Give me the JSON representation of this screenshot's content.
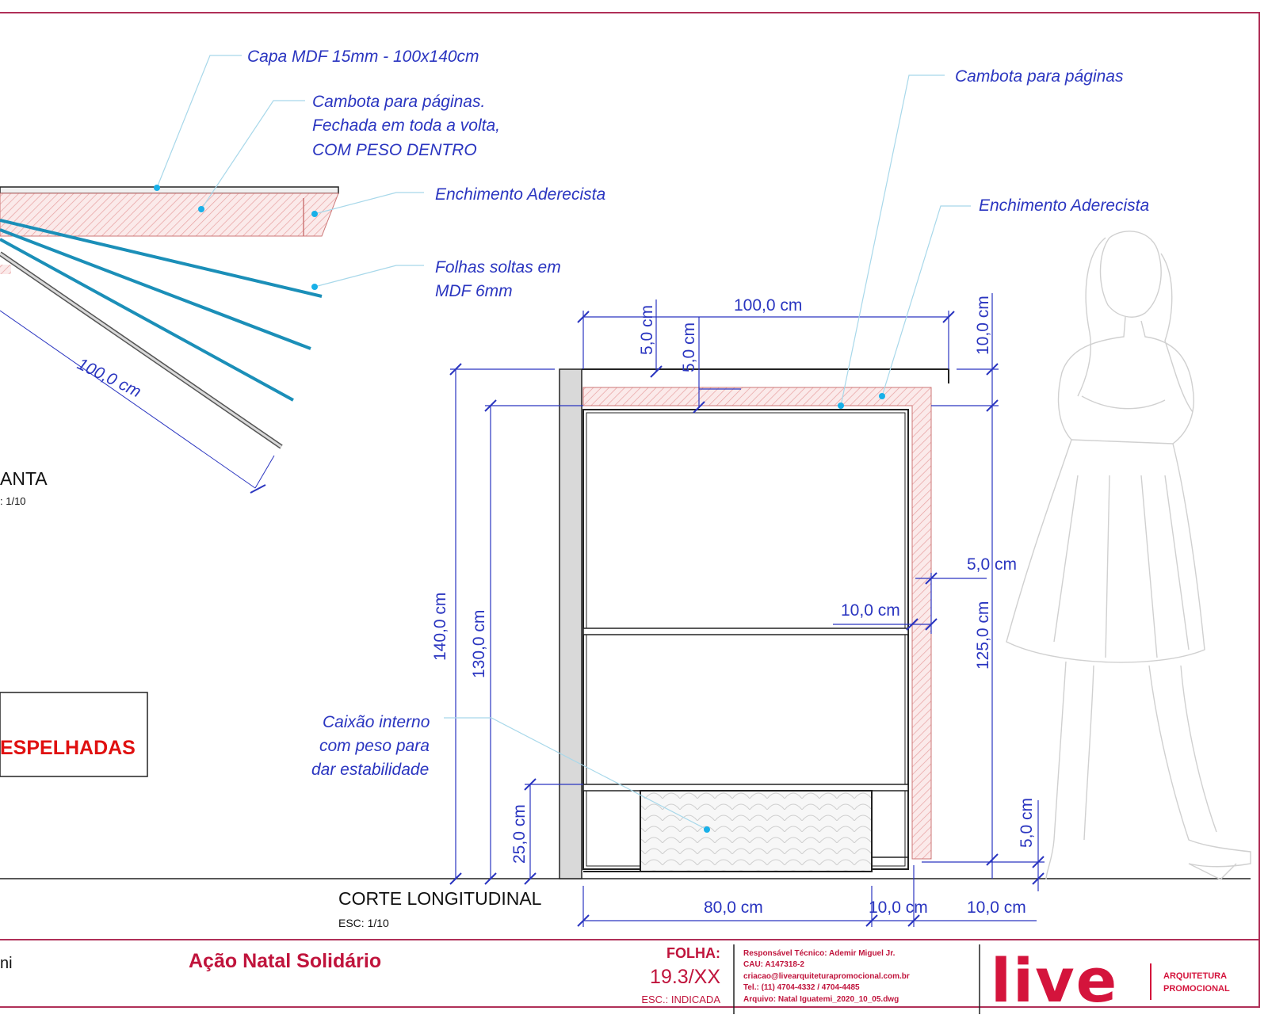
{
  "colors": {
    "border": "#b03058",
    "dimension": "#2a35c0",
    "leader": "#a8d8ea",
    "leaf_blue": "#1b8fb8",
    "brand_red": "#d4143c",
    "alert_red": "#e01010",
    "hatch_red": "#e7a0a0"
  },
  "plan_view": {
    "callouts": {
      "capa": "Capa MDF 15mm - 100x140cm",
      "cambota_1": "Cambota para páginas.",
      "cambota_2": "Fechada em toda a volta,",
      "cambota_3": "COM PESO DENTRO",
      "enchimento": "Enchimento Aderecista",
      "folhas_1": "Folhas soltas em",
      "folhas_2": "MDF 6mm"
    },
    "dimension": "100,0 cm",
    "title": "ANTA",
    "scale": ": 1/10"
  },
  "note_box": {
    "text": "ESPELHADAS"
  },
  "section_view": {
    "callouts": {
      "cambota": "Cambota para páginas",
      "enchimento": "Enchimento Aderecista",
      "caixao_1": "Caixão interno",
      "caixao_2": "com peso para",
      "caixao_3": "dar estabilidade"
    },
    "dimensions": {
      "top_width": "100,0 cm",
      "top_gap_a": "5,0 cm",
      "top_gap_b": "5,0 cm",
      "top_right": "10,0 cm",
      "total_height": "140,0 cm",
      "inner_height": "130,0 cm",
      "box_height": "25,0 cm",
      "side_gap": "5,0 cm",
      "side_inner": "10,0 cm",
      "right_height": "125,0 cm",
      "base_gap": "5,0 cm",
      "bottom_a": "80,0 cm",
      "bottom_b": "10,0 cm",
      "bottom_c": "10,0 cm"
    },
    "title": "CORTE LONGITUDINAL",
    "scale": "ESC: 1/10"
  },
  "title_block": {
    "client": "ni",
    "project": "Ação Natal Solidário",
    "folha_label": "FOLHA:",
    "folha_value": "19.3/XX",
    "escala": "ESC.: INDICADA",
    "info": [
      "Responsável Técnico: Ademir Miguel Jr.",
      "CAU: A147318-2",
      "criacao@livearquiteturapromocional.com.br",
      "Tel.: (11) 4704-4332 / 4704-4485",
      "Arquivo: Natal Iguatemi_2020_10_05.dwg"
    ],
    "logo_text": "live",
    "logo_tag_1": "ARQUITETURA",
    "logo_tag_2": "PROMOCIONAL"
  }
}
